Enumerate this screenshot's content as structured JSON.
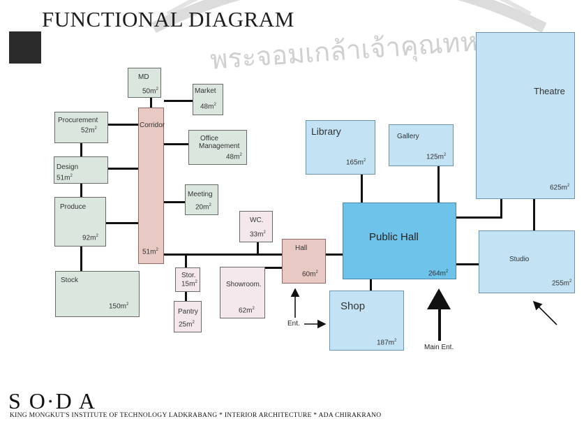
{
  "title": "FUNCTIONAL DIAGRAM",
  "watermark_text": "พระจอมเกล้าเจ้าคุณทหาร",
  "rooms": {
    "md": {
      "name": "MD",
      "area": "50m"
    },
    "market": {
      "name": "Market",
      "area": "48m"
    },
    "procurement": {
      "name": "Procurement",
      "area": "52m"
    },
    "corridor": {
      "name": "Corridor",
      "area": "51m"
    },
    "office": {
      "name1": "Office",
      "name2": "Management",
      "area": "48m"
    },
    "design": {
      "name": "Design",
      "area": "51m"
    },
    "meeting": {
      "name": "Meeting",
      "area": "20m"
    },
    "produce": {
      "name": "Produce",
      "area": "92m"
    },
    "wc": {
      "name": "WC.",
      "area": "33m"
    },
    "hall": {
      "name": "Hall",
      "area": "60m"
    },
    "stock": {
      "name": "Stock",
      "area": "150m"
    },
    "stor": {
      "name": "Stor.",
      "area": "15m"
    },
    "pantry": {
      "name": "Pantry",
      "area": "25m"
    },
    "showroom": {
      "name": "Showroom.",
      "area": "62m"
    },
    "library": {
      "name": "Library",
      "area": "165m"
    },
    "gallery": {
      "name": "Gallery",
      "area": "125m"
    },
    "theatre": {
      "name": "Theatre",
      "area": "625m"
    },
    "public_hall": {
      "name": "Public Hall",
      "area": "264m"
    },
    "studio": {
      "name": "Studio",
      "area": "255m"
    },
    "shop": {
      "name": "Shop",
      "area": "187m"
    }
  },
  "sq": "2",
  "entrances": {
    "ent": "Ent.",
    "main": "Main Ent."
  },
  "footer": {
    "logo": "S O·D A",
    "text": "KING MONGKUT'S  INSTITUTE OF TECHNOLOGY  LADKRABANG   *   INTERIOR ARCHITECTURE   *   ADA  CHIRAKRANO"
  }
}
